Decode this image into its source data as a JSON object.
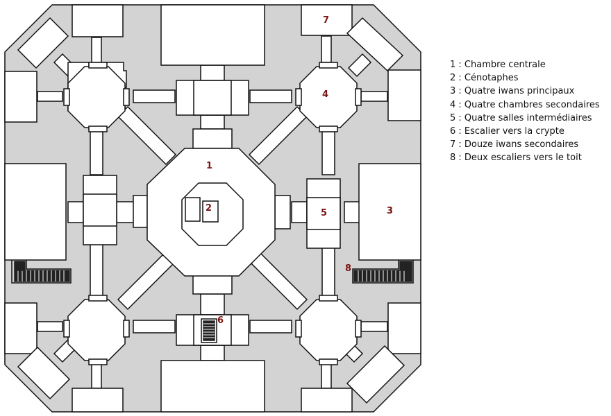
{
  "numbers": {
    "n1": "1",
    "n2": "2",
    "n3": "3",
    "n4": "4",
    "n5": "5",
    "n6": "6",
    "n7": "7",
    "n8": "8"
  },
  "legend": [
    {
      "text": "1 : Chambre centrale"
    },
    {
      "text": "2 : Cénotaphes"
    },
    {
      "text": "3 : Quatre iwans principaux"
    },
    {
      "text": "4 : Quatre chambres secondaires"
    },
    {
      "text": "5 : Quatre salles intermédiaires"
    },
    {
      "text": "6 : Escalier vers la crypte"
    },
    {
      "text": "7 : Douze iwans secondaires"
    },
    {
      "text": "8 : Deux escaliers vers le toit"
    }
  ],
  "colors": {
    "fill": "#d3d3d3",
    "wall": "#111111",
    "room": "#ffffff",
    "label": "#7a1616"
  }
}
